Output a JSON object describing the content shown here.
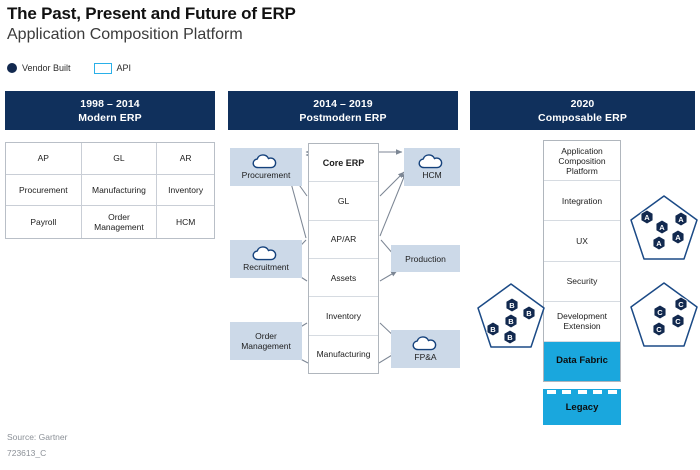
{
  "header": {
    "title": "The Past, Present and Future of ERP",
    "subtitle": "Application Composition Platform"
  },
  "legend": {
    "items": [
      {
        "label": "Vendor Built",
        "shape": "filled-circle",
        "color": "#12294f"
      },
      {
        "label": "API",
        "shape": "outlined-rect",
        "color": "#2ab0e8"
      }
    ]
  },
  "columns": [
    {
      "id": "modern-erp",
      "header": {
        "period": "1998 – 2014",
        "name": "Modern ERP"
      },
      "grid": [
        [
          "AP",
          "GL",
          "AR"
        ],
        [
          "Procurement",
          "Manufacturing",
          "Inventory"
        ],
        [
          "Payroll",
          "Order Management",
          "HCM"
        ]
      ]
    },
    {
      "id": "postmodern-erp",
      "header": {
        "period": "2014 – 2019",
        "name": "Postmodern ERP"
      },
      "core_stack": [
        {
          "label": "Core ERP",
          "emphasis": "bold"
        },
        {
          "label": "GL",
          "emphasis": "normal"
        },
        {
          "label": "AP/AR",
          "emphasis": "normal"
        },
        {
          "label": "Assets",
          "emphasis": "normal"
        },
        {
          "label": "Inventory",
          "emphasis": "normal"
        },
        {
          "label": "Manufacturing",
          "emphasis": "normal"
        }
      ],
      "satellites_left": [
        {
          "label": "Procurement",
          "cloud": true
        },
        {
          "label": "Recruitment",
          "cloud": true
        },
        {
          "label": "Order Management",
          "cloud": false
        }
      ],
      "satellites_right": [
        {
          "label": "HCM",
          "cloud": true
        },
        {
          "label": "Production",
          "cloud": false
        },
        {
          "label": "FP&A",
          "cloud": true
        }
      ]
    },
    {
      "id": "composable-erp",
      "header": {
        "period": "2020",
        "name": "Composable ERP"
      },
      "platform_stack": [
        {
          "label": "Application Composition Platform",
          "style": "plain"
        },
        {
          "label": "Integration",
          "style": "plain"
        },
        {
          "label": "UX",
          "style": "plain"
        },
        {
          "label": "Security",
          "style": "plain"
        },
        {
          "label": "Development Extension",
          "style": "plain"
        },
        {
          "label": "Data Fabric",
          "style": "cyan"
        }
      ],
      "legacy": {
        "label": "Legacy",
        "api_tab_count": 5,
        "color": "#1aa7dd"
      },
      "pentagons": [
        {
          "id": "pentagon-a",
          "letter": "A",
          "hex_count": 5
        },
        {
          "id": "pentagon-b",
          "letter": "B",
          "hex_count": 5
        },
        {
          "id": "pentagon-c",
          "letter": "C",
          "hex_count": 4
        }
      ]
    }
  ],
  "footer": {
    "source": "Source: Gartner",
    "id": "723613_C"
  },
  "colors": {
    "navy": "#10305c",
    "deep_navy": "#12294f",
    "cyan": "#1aa7dd",
    "api_cyan": "#2ab0e8",
    "satellite_fill": "#ccd9e8",
    "arrow": "#7c8694"
  }
}
